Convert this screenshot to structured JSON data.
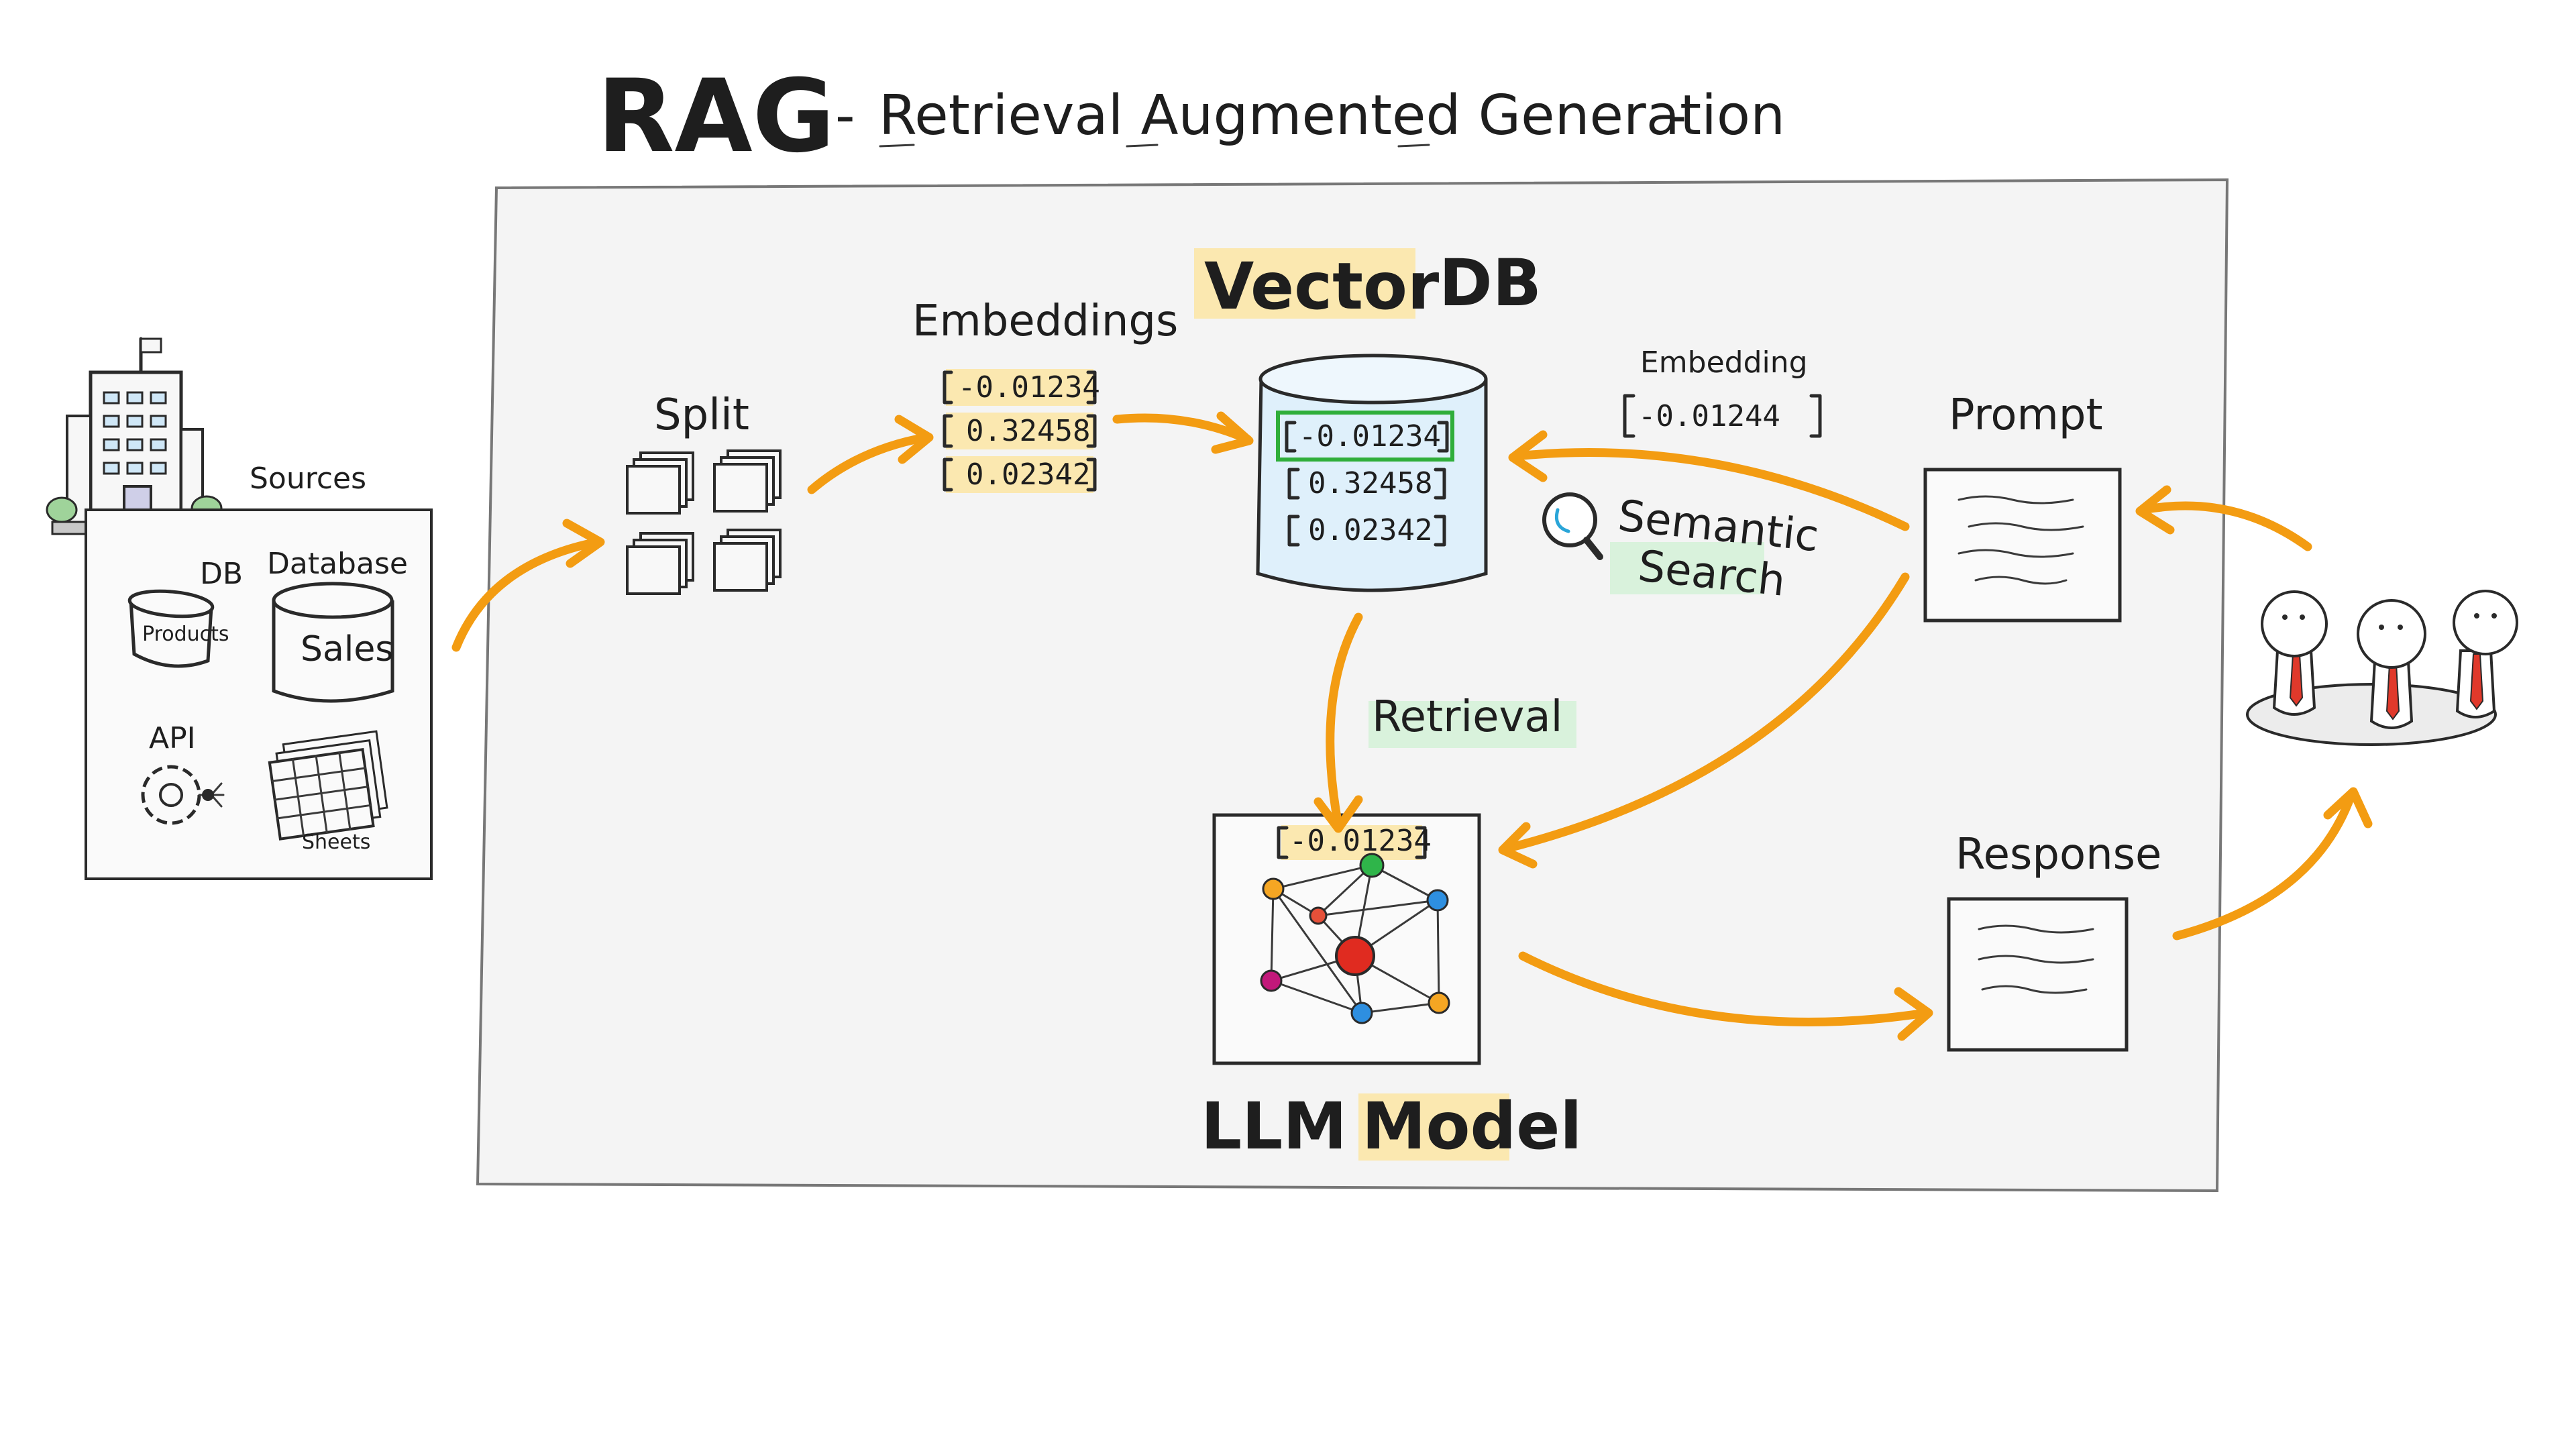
{
  "title": {
    "main": "RAG",
    "dash_left": "-",
    "subtitle": "Retrieval Augmented Generation",
    "dash_right": "-"
  },
  "sources": {
    "label": "Sources",
    "db_label": "DB",
    "db_item": "Products",
    "database_label": "Database",
    "database_item": "Sales",
    "api_label": "API",
    "sheets_label": "Sheets"
  },
  "split": {
    "label": "Split"
  },
  "embeddings": {
    "label": "Embeddings",
    "values": [
      "-0.01234",
      "0.32458",
      "0.02342"
    ]
  },
  "vector_db": {
    "label_highlight": "Vector",
    "label_rest": "DB",
    "values": [
      "-0.01234",
      "0.32458",
      "0.02342"
    ]
  },
  "query_embedding": {
    "label": "Embedding",
    "value": "-0.01244"
  },
  "semantic_search": {
    "line1": "Semantic",
    "line2": "Search"
  },
  "retrieval": {
    "label": "Retrieval"
  },
  "llm": {
    "label_plain": "LLM",
    "label_highlight": "Model",
    "context_value": "-0.01234"
  },
  "prompt": {
    "label": "Prompt"
  },
  "response": {
    "label": "Response"
  },
  "colors": {
    "arrow": "#f39c12",
    "highlight_yellow": "#fbe8b0",
    "highlight_green": "#d9f2dc",
    "panel": "#f4f4f4",
    "vector_box_green": "#2fae3a",
    "db_fill": "#dff0fb",
    "tie": "#e0392b"
  }
}
